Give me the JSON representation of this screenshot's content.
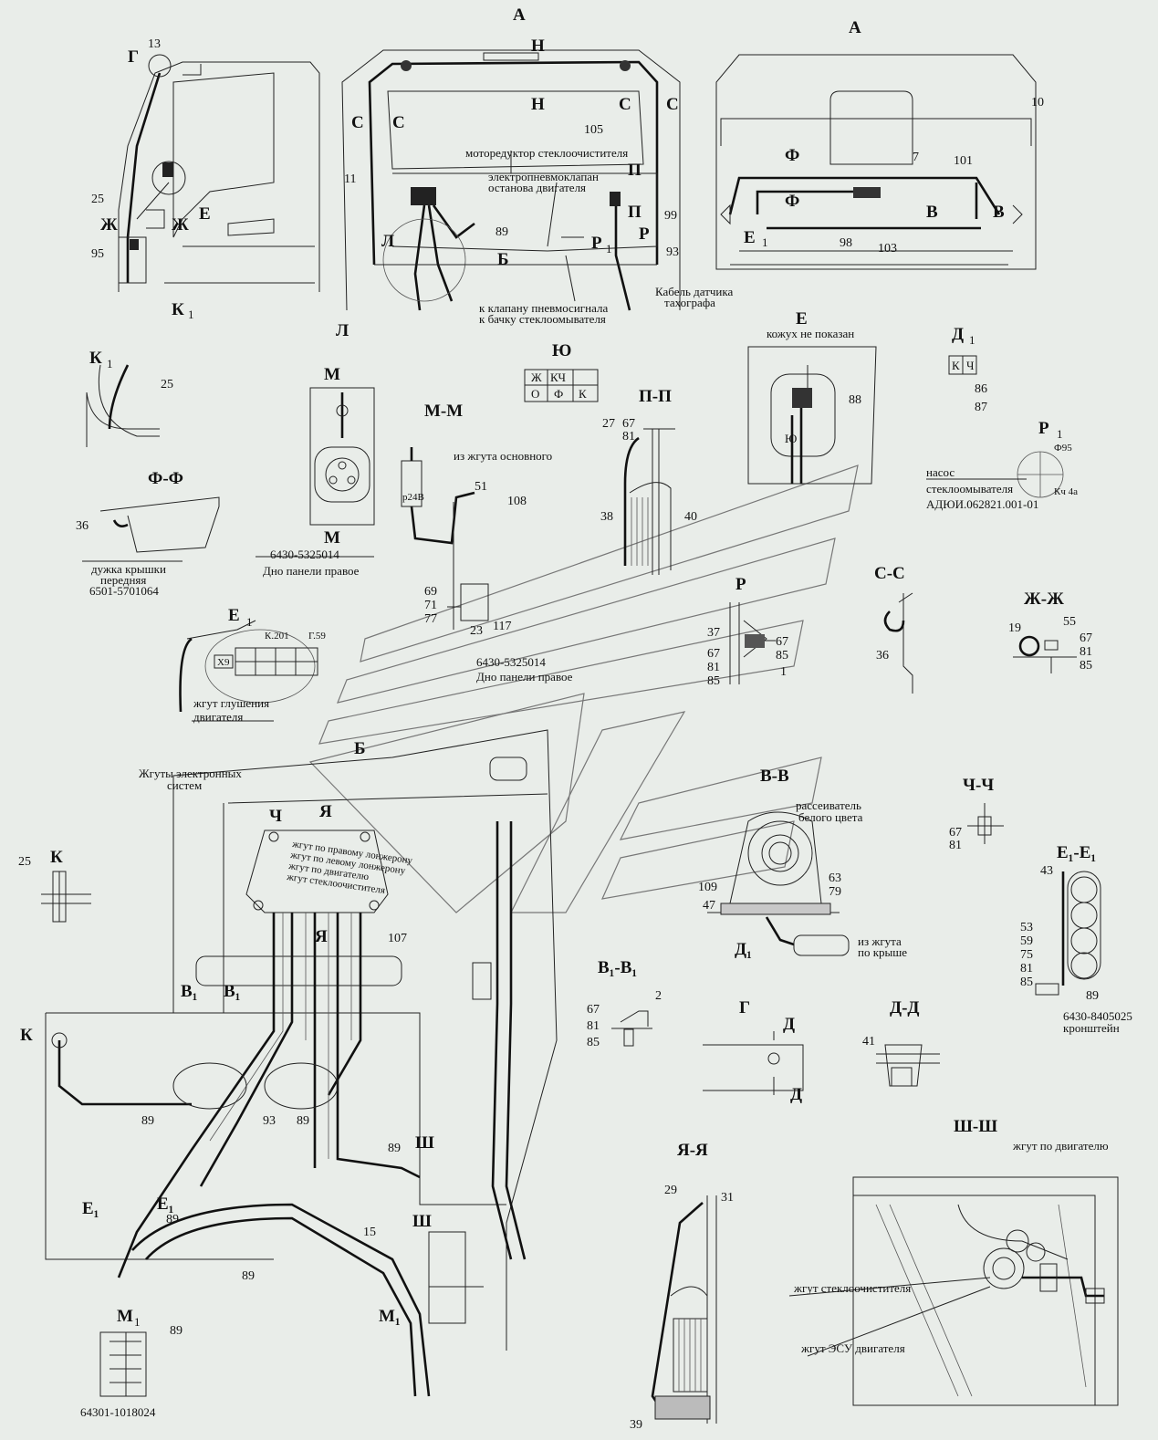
{
  "views": {
    "A": "А",
    "A2": "А",
    "H1": "Н",
    "H2": "Н",
    "C1": "С",
    "C2": "С",
    "C3": "С",
    "C4": "С",
    "G": "Г",
    "E": "Е",
    "Zh1": "Ж",
    "Zh2": "Ж",
    "K1_pair": "К",
    "K1_sub": "1",
    "F1": "Ф",
    "F2": "Ф",
    "V1": "В",
    "V2": "В",
    "E1": "Е",
    "E1_sub": "1",
    "P1": "П",
    "P2": "П",
    "R": "Р",
    "R1": "Р",
    "R1_sub": "1",
    "L": "Л",
    "B": "Б",
    "M": "М",
    "M2": "М",
    "Yu": "Ю",
    "MM": "М-М",
    "PP": "П-П",
    "Ee": "Е",
    "D1": "Д",
    "D1_sub": "1",
    "K1": "К",
    "K1s": "1",
    "FF": "Ф-Ф",
    "E1v": "Е",
    "E1v_sub": "1",
    "Rv": "Р",
    "R1v": "Р",
    "R1v_sub": "1",
    "CC": "С-С",
    "ZhZh": "Ж-Ж",
    "Bmain": "Б",
    "VV": "В-В",
    "ChCh": "Ч-Ч",
    "E1E1": "Е₁-Е₁",
    "K": "К",
    "B1B1": "В₁-В₁",
    "Gv": "Г",
    "DD": "Д-Д",
    "D_a": "Д",
    "D_b": "Д",
    "ShSh": "Ш-Ш",
    "YaYa": "Я-Я",
    "M1": "М",
    "M1_sub": "1",
    "Ch": "Ч",
    "Ya": "Я",
    "Ya2": "Я",
    "Sh1": "Ш",
    "Sh2": "Ш",
    "Kb": "К",
    "M1b": "М₁",
    "E1a": "Е₁",
    "E1b": "Е₁",
    "V1a": "В₁",
    "V1b": "В₁",
    "D1b": "Д₁",
    "Yu2": "Ю"
  },
  "labels": {
    "windshield_motor": "моторедуктор стеклоочистителя",
    "valve1": "электропневмоклапан",
    "valve2": "останова двигателя",
    "pneumo": "к клапану пневмосигнала",
    "washer_tank": "к бачку стеклоомывателя",
    "tacho1": "Кабель датчика",
    "tacho2": "тахографа",
    "cover_not_shown": "кожух не показан",
    "from_main": "из жгута основного",
    "panel_part_1": "6430-5325014",
    "panel_label_1": "Дно панели правое",
    "panel_part_2": "6430-5325014",
    "panel_label_2": "Дно панели правое",
    "handle1": "дужка крышки",
    "handle2": "передняя",
    "handle_part": "6501-5701064",
    "k201": "К.201",
    "g59": "Г.59",
    "x9": "X9",
    "stop_harness1": "жгут глушения",
    "stop_harness2": "двигателя",
    "pump1": "насос",
    "pump2": "стеклоомывателя",
    "pump3": "АДЮИ.062821.001-01",
    "phi95": "Ф95",
    "kch4a": "Кч 4а",
    "electronic1": "Жгуты электронных",
    "electronic2": "систем",
    "diffuser1": "рассеиватель",
    "diffuser2": "белого цвета",
    "roof1": "из жгута",
    "roof2": "по крыше",
    "bracket_part": "6430-8405025",
    "bracket": "кронштейн",
    "engine_harness": "жгут по двигателю",
    "wiper_harness": "жгут стеклоочистителя",
    "esu_harness": "жгут ЭСУ двигателя",
    "m1_part": "64301-1018024",
    "box1": "жгут по правому лонжерону",
    "box2": "жгут по левому лонжерону",
    "box3": "жгут по двигателю",
    "box4": "жгут стеклоочистителя",
    "yu_zh": "Ж",
    "yu_kch": "КЧ",
    "yu_o": "О",
    "yu_f": "Ф",
    "yu_k": "К",
    "d1_k": "К",
    "d1_ch": "Ч",
    "p24v": "р24В",
    "ee_yu": "Ю"
  },
  "numbers": {
    "n13": "13",
    "n25a": "25",
    "n95": "95",
    "n105": "105",
    "n11": "11",
    "n89a": "89",
    "n99": "99",
    "n93a": "93",
    "n10": "10",
    "n7": "7",
    "n101": "101",
    "n98": "98",
    "n103": "103",
    "n25b": "25",
    "n88": "88",
    "n86": "86",
    "n87": "87",
    "n36a": "36",
    "n51": "51",
    "n108": "108",
    "n69": "69",
    "n71": "71",
    "n77": "77",
    "n23": "23",
    "n117": "117",
    "n27": "27",
    "n67a": "67",
    "n81a": "81",
    "n38": "38",
    "n40": "40",
    "n37": "37",
    "n67b": "67",
    "n81b": "81",
    "n85b": "85",
    "n67c": "67",
    "n85c": "85",
    "n1": "1",
    "n36b": "36",
    "n19": "19",
    "n55": "55",
    "n67d": "67",
    "n81d": "81",
    "n85d": "85",
    "n25c": "25",
    "n109": "109",
    "n47": "47",
    "n63": "63",
    "n79": "79",
    "n67e": "67",
    "n81e": "81",
    "n43": "43",
    "n53": "53",
    "n59": "59",
    "n75": "75",
    "n81f": "81",
    "n85f": "85",
    "n89b": "89",
    "n107": "107",
    "n67f": "67",
    "n81g": "81",
    "n85g": "85",
    "n2": "2",
    "n41": "41",
    "n89c": "89",
    "n93b": "93",
    "n89d": "89",
    "n89e": "89",
    "n89f": "89",
    "n89g": "89",
    "n15": "15",
    "n29": "29",
    "n31": "31",
    "n39": "39",
    "n89h": "89"
  }
}
